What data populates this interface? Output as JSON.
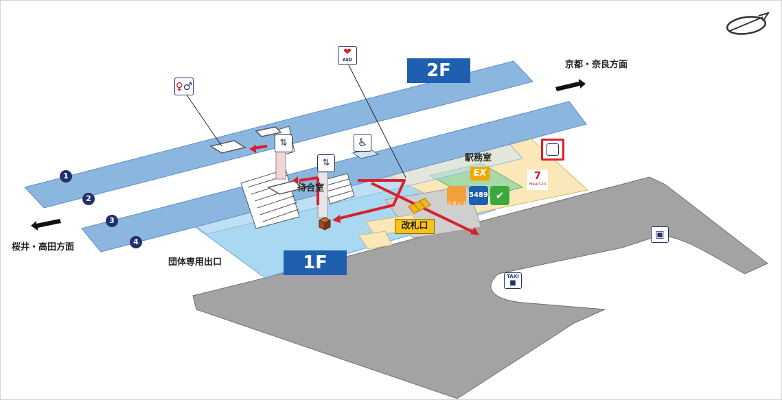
{
  "floors": {
    "upper": "2F",
    "lower": "1F"
  },
  "labels": {
    "direction_kyoto_nara": "京都・奈良方面",
    "direction_sakurai_takada": "桜井・高田方面",
    "station_office": "駅務室",
    "waiting_room": "待合室",
    "ticket_gate": "改札口",
    "group_exit": "団体専用出口"
  },
  "platform_numbers": [
    "1",
    "2",
    "3",
    "4"
  ],
  "icons": {
    "aed_text": "AED",
    "ex_text": "EX",
    "code_5489": "5489",
    "stamp_text": "スタンプ",
    "taxi_text": "TAXI",
    "conveni_text": "Heart-in",
    "conveni_mark": "7"
  },
  "colors": {
    "platform_blue": "#8ab6e0",
    "concourse_blue": "#a8d8f2",
    "plaza_gray": "#a3a3a3",
    "office_beige": "#fbe8b8",
    "route_red": "#d9202b",
    "floor_label": "#1e5fb0",
    "gate_yellow": "#f7c21a"
  }
}
